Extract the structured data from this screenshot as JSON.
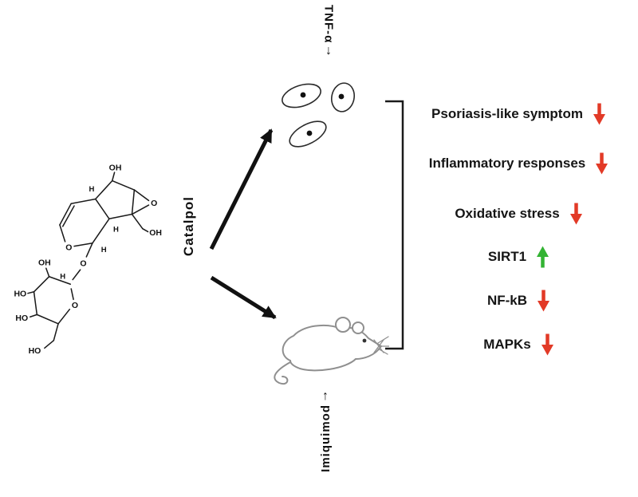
{
  "figure": {
    "compound": {
      "label": "Catalpol"
    },
    "stimuli": {
      "top": {
        "label": "TNF-α",
        "arrow": "↓"
      },
      "bottom": {
        "label": "Imiquimod",
        "arrow": "↑"
      }
    },
    "outcomes": [
      {
        "label": "Psoriasis-like symptom",
        "direction": "down",
        "color": "#e23a27"
      },
      {
        "label": "Inflammatory responses",
        "direction": "down",
        "color": "#e23a27"
      },
      {
        "label": "Oxidative stress",
        "direction": "down",
        "color": "#e23a27"
      },
      {
        "label": "SIRT1",
        "direction": "up",
        "color": "#33b333"
      },
      {
        "label": "NF-kB",
        "direction": "down",
        "color": "#e23a27"
      },
      {
        "label": "MAPKs",
        "direction": "down",
        "color": "#e23a27"
      }
    ],
    "structure_labels": {
      "oh_top": "OH",
      "o_epoxide": "O",
      "oh_ch2oh": "OH",
      "o_pyran": "O",
      "o_glycosidic": "O",
      "o_ring": "O",
      "oh_sugar_top": "OH",
      "ho_left_upper": "HO",
      "ho_left_lower": "HO",
      "ho_ch2oh": "HO",
      "h1": "H",
      "h2": "H",
      "h3": "H",
      "h4": "H"
    }
  }
}
